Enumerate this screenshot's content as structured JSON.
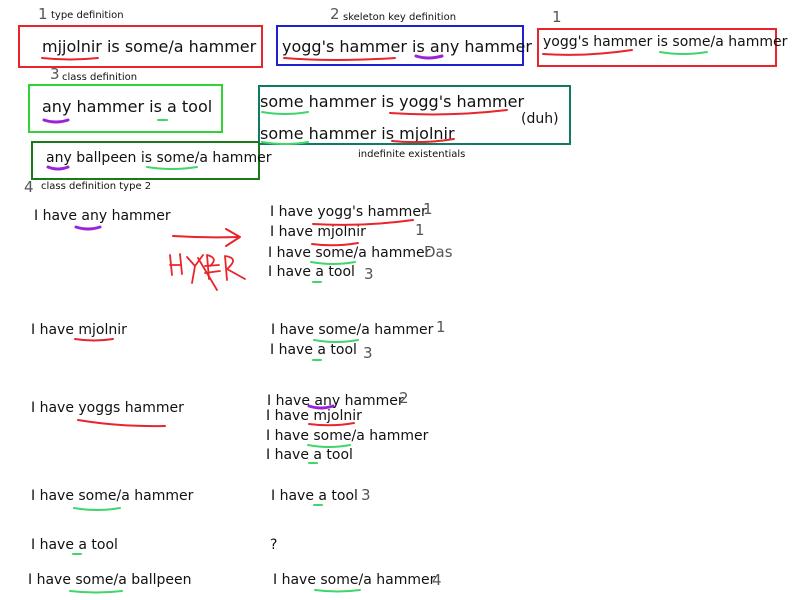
{
  "colors": {
    "red": "#e8252a",
    "blue": "#1f1fd0",
    "green": "#32d235",
    "teal": "#0f7b66",
    "dark_green": "#1a7a1a",
    "purple": "#9b22d6",
    "mark_green": "#3fd66a"
  },
  "top": {
    "n1": "1",
    "type_definition_label": "type definition",
    "box_mjolnir": "mjjolnir is some/a hammer",
    "n2": "2",
    "skeleton_key_label": "skeleton key definition",
    "box_yoggs_any": "yogg's hammer is any hammer",
    "n1b": "1",
    "box_yoggs_some": "yogg's hammer is some/a hammer",
    "n3": "3",
    "class_definition_label": "class definition",
    "box_any_tool": "any hammer is a tool",
    "teal_line1": "some hammer is yogg's hammer",
    "teal_line2": "some hammer is mjolnir",
    "duh": "(duh)",
    "indefinite_label": "indefinite existentials",
    "box_ballpeen": "any ballpeen is some/a hammer",
    "n4": "4",
    "class_def_type2_label": "class definition type 2"
  },
  "rows": {
    "r1_left": "I have any hammer",
    "r1_right": [
      "I have yogg's hammer",
      "I have mjolnir",
      "I have some/a hammer",
      "I have a tool"
    ],
    "r1_notes": [
      "1",
      "1",
      "Das",
      "3"
    ],
    "scribble": "HYPER",
    "r2_left": "I have mjolnir",
    "r2_right": [
      "I have some/a hammer",
      "I have a tool"
    ],
    "r2_notes": [
      "1",
      "3"
    ],
    "r3_left": "I have yoggs hammer",
    "r3_right": [
      "I have any hammer",
      "I have mjolnir",
      "I have some/a hammer",
      "I have a tool"
    ],
    "r3_notes": [
      "2"
    ],
    "r4_left": "I have some/a hammer",
    "r4_right": "I have a tool",
    "r4_note": "3",
    "r5_left": "I have a tool",
    "r5_right": "?",
    "r6_left": "I have some/a ballpeen",
    "r6_right": "I have some/a hammer",
    "r6_note": "4"
  }
}
